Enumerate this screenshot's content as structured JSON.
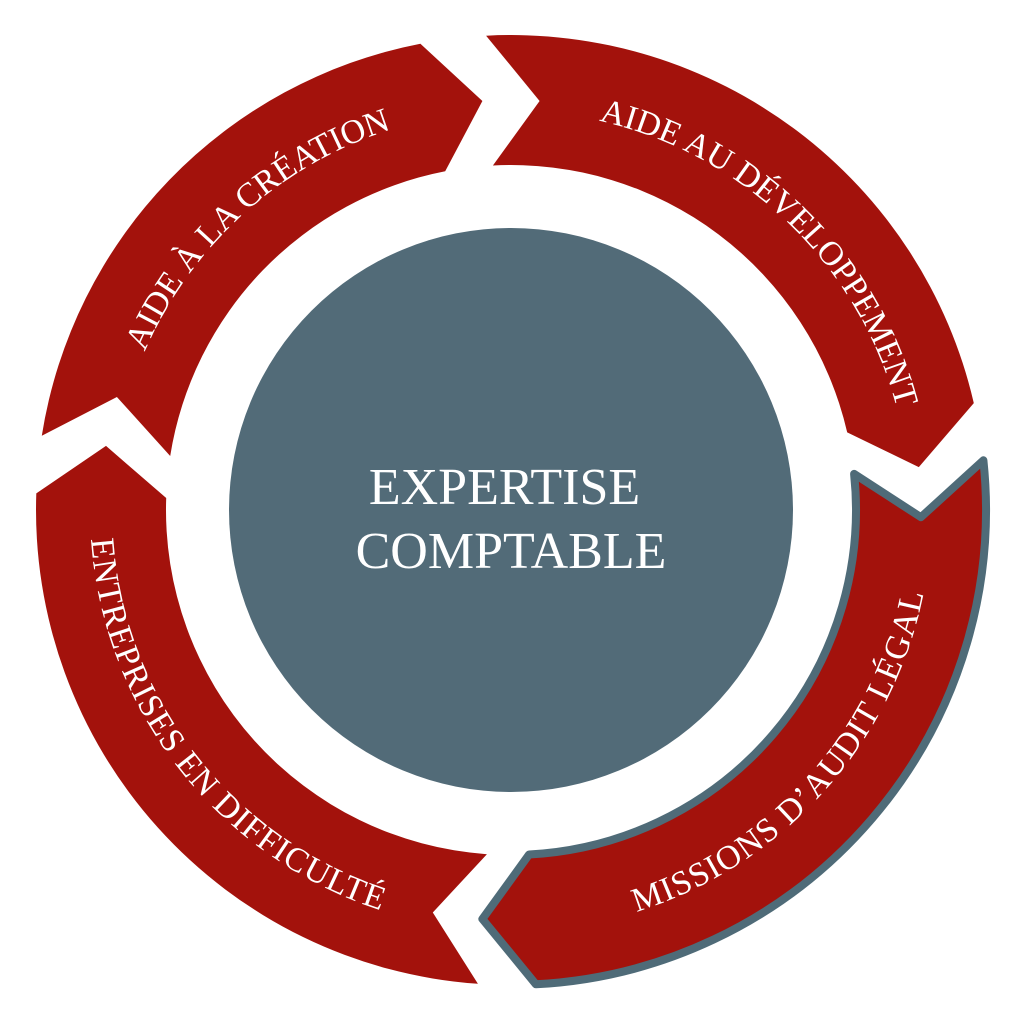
{
  "center": {
    "line1": "EXPERTISE",
    "line2": "COMPTABLE"
  },
  "segments": [
    {
      "label": "AIDE AU DÉVELOPPEMENT"
    },
    {
      "label": "MISSIONS D’AUDIT LÉGAL"
    },
    {
      "label": "ENTREPRISES EN DIFFICULTÉ"
    },
    {
      "label": "AIDE À LA CRÉATION"
    }
  ],
  "colors": {
    "segment": "#a3120c",
    "center": "#526b78",
    "highlight_border": "#4f6b78",
    "text": "#ffffff"
  }
}
